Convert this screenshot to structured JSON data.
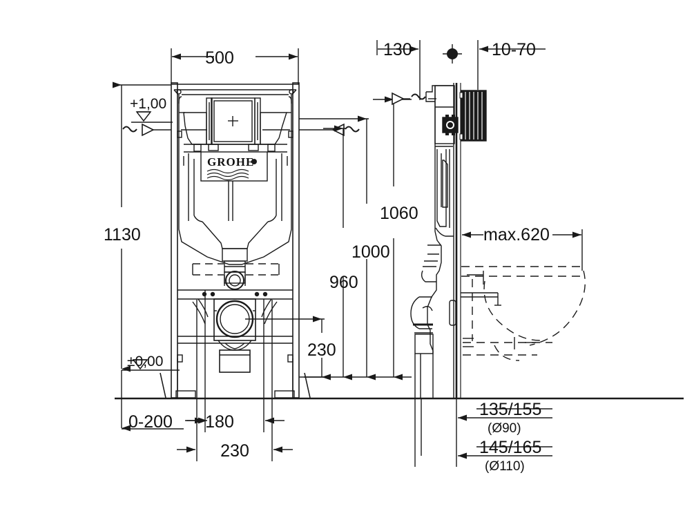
{
  "drawing": {
    "title": "GROHE Rapid SL WC frame installation dimension drawing",
    "brand_label": "GROHE",
    "stroke_color": "#1a1a1a",
    "background": "#ffffff"
  },
  "dimensions": {
    "width_top": "500",
    "height_total": "1130",
    "height_1060": "1060",
    "height_1000": "1000",
    "height_960": "960",
    "height_230": "230",
    "offset_130": "130",
    "offset_10_70": "10-70",
    "floor_0_200": "0-200",
    "offset_180": "180",
    "offset_230": "230",
    "projection_max": "max.620",
    "outlet_135_155": "135/155",
    "outlet_135_155_dia": "(Ø90)",
    "outlet_145_165": "145/165",
    "outlet_145_165_dia": "(Ø110)"
  },
  "levels": {
    "upper": "+1,00",
    "lower": "±0,00"
  },
  "views": {
    "front": "front-elevation",
    "side": "side-section"
  }
}
